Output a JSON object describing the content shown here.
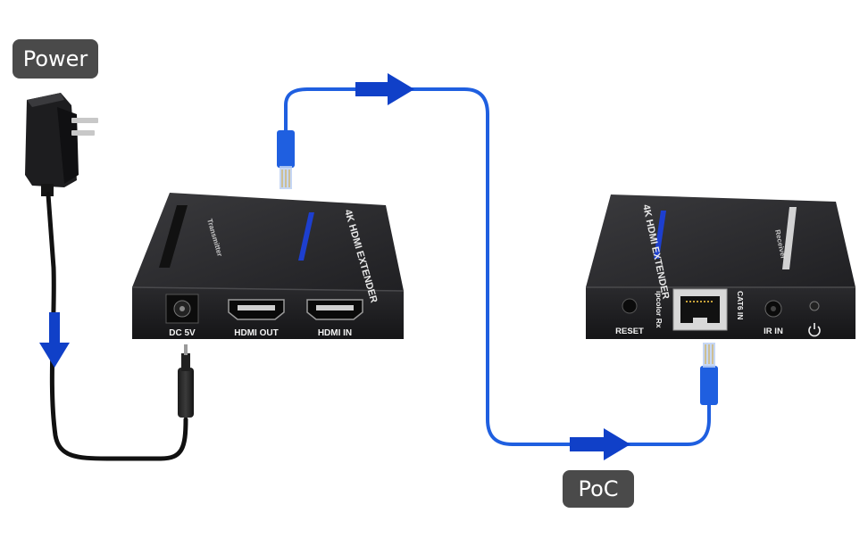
{
  "labels": {
    "power": "Power",
    "poc": "PoC"
  },
  "transmitter": {
    "title": "4K HDMI EXTENDER",
    "role": "Transmitter",
    "ports": {
      "dc": "DC 5V",
      "hdmi_out": "HDMI OUT",
      "hdmi_in": "HDMI IN"
    }
  },
  "receiver": {
    "title": "4K HDMI EXTENDER",
    "role": "Receiver",
    "ports": {
      "reset": "RESET",
      "brand": "ipcolor Rx",
      "cat6": "CAT6 IN",
      "ir": "IR IN"
    }
  },
  "colors": {
    "cable_blue": "#1f5fe0",
    "arrow_blue": "#1040c8",
    "power_cable": "#111111",
    "device_body": "#1c1c1e",
    "tag_bg": "#4a4a4a"
  }
}
